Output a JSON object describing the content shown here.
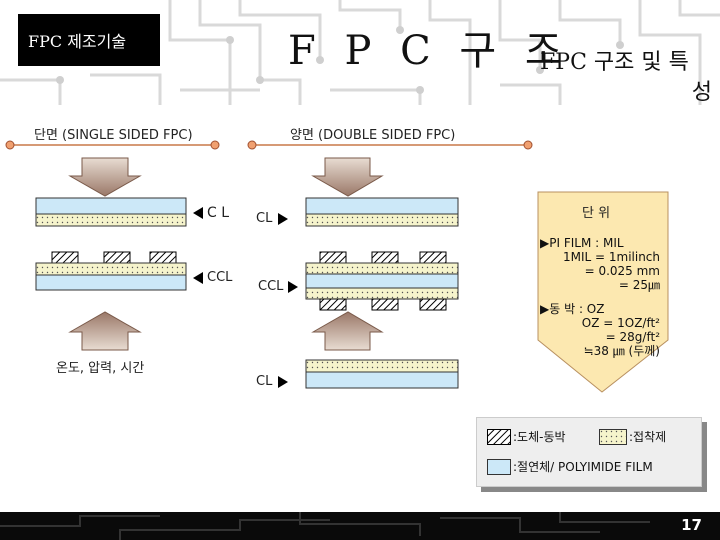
{
  "header": {
    "logo_text": "FPC 제조기술",
    "main_title": "F P C 구 조",
    "subtitle_line1": "FPC 구조 및 특",
    "subtitle_line2": "성"
  },
  "left_section": {
    "heading": "단면 (SINGLE SIDED FPC)",
    "label_cl": "C L",
    "label_ccl": "CCL",
    "condition_text": "온도, 압력, 시간"
  },
  "right_section": {
    "heading": "양면 (DOUBLE SIDED FPC)",
    "label_cl_top": "CL",
    "label_ccl": "CCL",
    "label_cl_bottom": "CL"
  },
  "callout": {
    "title": "단 위",
    "lines": [
      "▶PI FILM : MIL",
      "1MIL = 1milinch",
      "= 0.025 mm",
      "= 25㎛",
      "▶동 박 : OZ",
      "OZ = 1OZ/ft²",
      "= 28g/ft²",
      "≒38 ㎛ (두께)"
    ]
  },
  "legend": {
    "conductor_label": ":도체-동박",
    "adhesive_label": ":접착제",
    "insulator_label": ":절연체/ POLYIMIDE FILM"
  },
  "colors": {
    "film": "#cce8f8",
    "adhesive": "#f6f4cc",
    "arrow": "#a08070",
    "connector_line": "#c87848",
    "marker": "#f0a070",
    "callout_fill": "#fce8b0"
  },
  "page_number": "17"
}
